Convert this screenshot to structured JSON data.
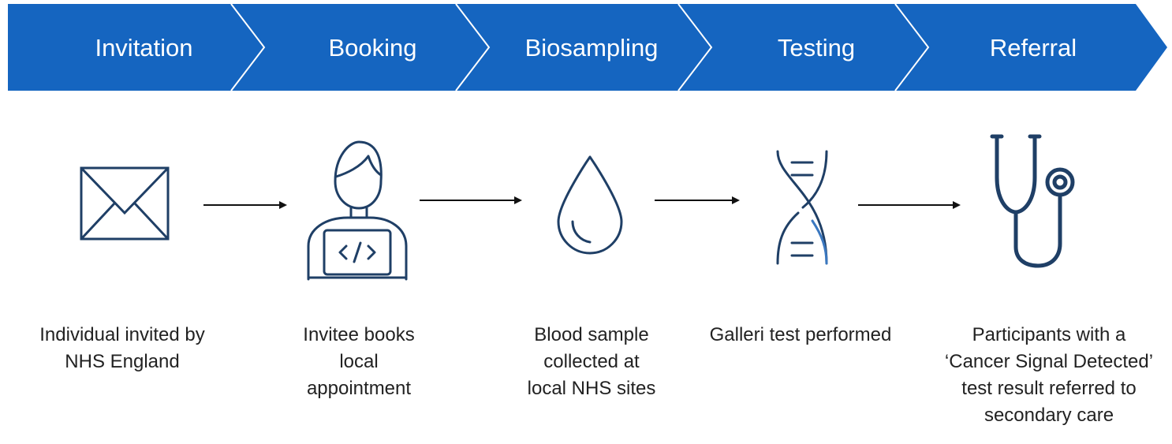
{
  "colors": {
    "banner_blue": "#1565c0",
    "banner_divider": "#ffffff",
    "icon_stroke": "#1f3f66",
    "icon_accent": "#3b78c0",
    "arrow": "#111111",
    "text": "#222222"
  },
  "steps": [
    {
      "label": "Invitation",
      "icon": "envelope-icon",
      "caption": [
        "Individual invited by",
        "NHS England"
      ]
    },
    {
      "label": "Booking",
      "icon": "person-laptop-icon",
      "caption": [
        "Invitee books",
        "local",
        "appointment"
      ]
    },
    {
      "label": "Biosampling",
      "icon": "blood-drop-icon",
      "caption": [
        "Blood sample",
        "collected at",
        "local NHS sites"
      ]
    },
    {
      "label": "Testing",
      "icon": "dna-icon",
      "caption": [
        "Galleri test performed"
      ]
    },
    {
      "label": "Referral",
      "icon": "stethoscope-icon",
      "caption": [
        "Participants with a",
        "‘Cancer Signal Detected’",
        "test result referred to",
        "secondary care"
      ]
    }
  ]
}
